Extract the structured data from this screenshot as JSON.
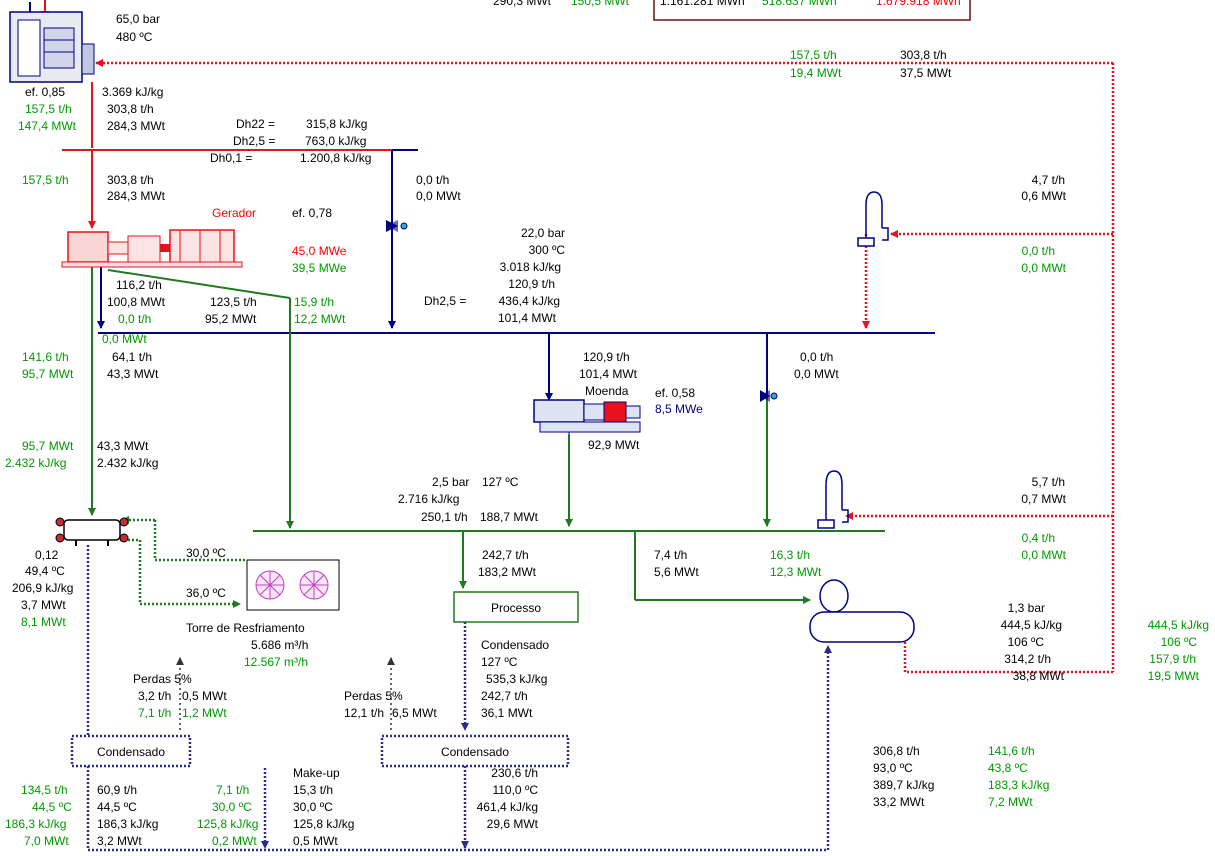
{
  "colors": {
    "live_steam": "#e8121c",
    "exhaust_steam": "#000080",
    "low_pressure_steam": "#1f7a1f",
    "condensate": "#2b2b8f",
    "text_black": "#000000",
    "text_green": "#009900",
    "text_red": "#ff0000",
    "text_blue": "#000080"
  },
  "top_summary": {
    "a": "290,3 MWt",
    "b": "150,5 MWt",
    "c": "1.161.281 MWh",
    "d": "518.637 MWh",
    "e": "1.679.918 MWh"
  },
  "boiler": {
    "pressure": "65,0 bar",
    "temperature": "480 ºC",
    "efficiency": "ef. 0,85",
    "enthalpy": "3.369 kJ/kg",
    "flow_green": "157,5 t/h",
    "power_green": "147,4 MWt",
    "flow": "303,8 t/h",
    "power": "284,3 MWt"
  },
  "return_line": {
    "flow_green": "157,5 t/h",
    "power_green": "19,4 MWt",
    "flow": "303,8 t/h",
    "power": "37,5 MWt"
  },
  "dh": {
    "l1": "Dh22 =",
    "v1": "315,8 kJ/kg",
    "l2": "Dh2,5 =",
    "v2": "763,0 kJ/kg",
    "l3": "Dh0,1 =",
    "v3": "1.200,8 kJ/kg"
  },
  "turbine_in": {
    "flow_green": "157,5 t/h",
    "flow": "303,8 t/h",
    "power": "284,3 MWt"
  },
  "bypass_valve": {
    "flow": "0,0 t/h",
    "power": "0,0 MWt"
  },
  "generator": {
    "label": "Gerador",
    "efficiency": "ef. 0,78",
    "power_red": "45,0 MWe",
    "power_green": "39,5 MWe"
  },
  "header22": {
    "pressure": "22,0 bar",
    "temperature": "300 ºC",
    "enthalpy": "3.018 kJ/kg",
    "flow": "120,9 t/h",
    "dh_label": "Dh2,5 =",
    "dh_value": "436,4 kJ/kg",
    "power": "101,4 MWt"
  },
  "turbine_out": {
    "f1": "116,2 t/h",
    "p1": "100,8 MWt",
    "g1": "0,0 t/h",
    "g2": "0,0 MWt",
    "f2": "123,5 t/h",
    "p2": "95,2 MWt",
    "gf3": "15,9 t/h",
    "gp3": "12,2 MWt"
  },
  "extraction": {
    "flow_green": "141,6 t/h",
    "power_green": "95,7 MWt",
    "flow": "64,1 t/h",
    "power": "43,3 MWt"
  },
  "condenser_in": {
    "power_green": "95,7 MWt",
    "enthalpy_green": "2.432 kJ/kg",
    "power": "43,3 MWt",
    "enthalpy": "2.432 kJ/kg"
  },
  "desuper_top": {
    "flow": "4,7 t/h",
    "power": "0,6 MWt",
    "flow_green": "0,0 t/h",
    "power_green": "0,0 MWt"
  },
  "moenda": {
    "flow": "120,9 t/h",
    "power": "101,4 MWt",
    "label": "Moenda",
    "efficiency": "ef. 0,58",
    "power_blue": "8,5 MWe",
    "out_power": "92,9 MWt"
  },
  "valve2": {
    "flow": "0,0 t/h",
    "power": "0,0 MWt"
  },
  "lp_header": {
    "pressure": "2,5 bar",
    "temperature": "127 ºC",
    "enthalpy": "2.716 kJ/kg",
    "flow": "250,1 t/h",
    "power": "188,7 MWt"
  },
  "desuper_bottom": {
    "flow": "5,7 t/h",
    "power": "0,7 MWt",
    "flow_green": "0,4 t/h",
    "power_green": "0,0 MWt"
  },
  "condenser": {
    "ratio": "0,12",
    "temperature": "49,4 ºC",
    "enthalpy": "206,9 kJ/kg",
    "power": "3,7 MWt",
    "power_green": "8,1 MWt"
  },
  "cooling": {
    "t_out": "30,0 ºC",
    "t_in": "36,0 ºC",
    "label": "Torre de Resfriamento",
    "flow": "5.686 m³/h",
    "flow_green": "12.567 m³/h"
  },
  "process": {
    "in_flow": "242,7 t/h",
    "in_power": "183,2 MWt",
    "label": "Processo",
    "cond_label": "Condensado",
    "cond_temp": "127 ºC",
    "cond_enthalpy": "535,3 kJ/kg",
    "cond_flow": "242,7 t/h",
    "cond_power": "36,1 MWt"
  },
  "deaerator_in": {
    "flow": "7,4 t/h",
    "power": "5,6 MWt",
    "flow_green": "16,3 t/h",
    "power_green": "12,3 MWt"
  },
  "deaerator": {
    "pressure": "1,3 bar",
    "enthalpy": "444,5 kJ/kg",
    "temperature": "106 ºC",
    "flow": "314,2 t/h",
    "power": "38,8 MWt",
    "enthalpy_green": "444,5 kJ/kg",
    "temperature_green": "106 ºC",
    "flow_green": "157,9 t/h",
    "power_green": "19,5 MWt"
  },
  "losses1": {
    "label": "Perdas 5%",
    "flow": "3,2 t/h",
    "power": "0,5 MWt",
    "flow_green": "7,1 t/h",
    "power_green": "1,2 MWt"
  },
  "losses2": {
    "label": "Perdas 5%",
    "flow": "12,1 t/h",
    "power": "6,5 MWt"
  },
  "cond_box1": "Condensado",
  "cond_box2": "Condensado",
  "bottom1": {
    "flow_green": "134,5 t/h",
    "temp_green": "44,5 ºC",
    "enthalpy_green": "186,3 kJ/kg",
    "power_green": "7,0 MWt",
    "flow": "60,9 t/h",
    "temp": "44,5 ºC",
    "enthalpy": "186,3 kJ/kg",
    "power": "3,2 MWt"
  },
  "makeup": {
    "label": "Make-up",
    "flow_green": "7,1 t/h",
    "temp_green": "30,0 ºC",
    "enthalpy_green": "125,8 kJ/kg",
    "power_green": "0,2 MWt",
    "flow": "15,3 t/h",
    "temp": "30,0 ºC",
    "enthalpy": "125,8 kJ/kg",
    "power": "0,5 MWt"
  },
  "bottom2": {
    "flow": "230,6 t/h",
    "temp": "110,0 ºC",
    "enthalpy": "461,4 kJ/kg",
    "power": "29,6 MWt"
  },
  "feedwater": {
    "flow": "306,8 t/h",
    "temp": "93,0 ºC",
    "enthalpy": "389,7 kJ/kg",
    "power": "33,2 MWt",
    "flow_green": "141,6 t/h",
    "temp_green": "43,8 ºC",
    "enthalpy_green": "183,3 kJ/kg",
    "power_green": "7,2 MWt"
  }
}
